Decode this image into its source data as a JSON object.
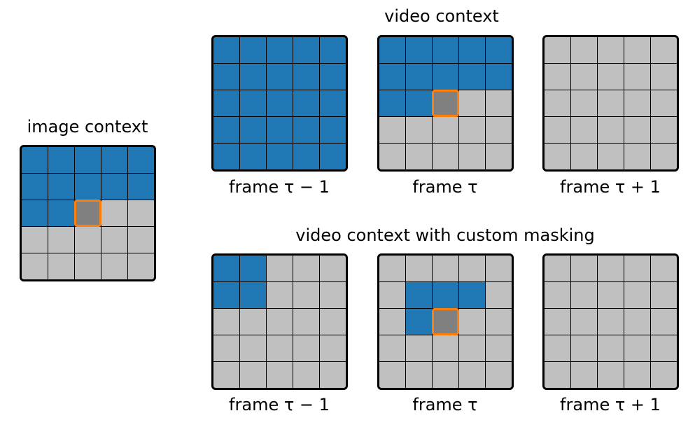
{
  "colors": {
    "context": "#1f77b4",
    "masked": "#c0c0c0",
    "current": "#808080",
    "current_border": "#ff7f0e"
  },
  "titles": {
    "image": "image context",
    "video": "video context",
    "custom": "video context with custom masking"
  },
  "grids": {
    "image": {
      "cells": [
        "bbbbb",
        "bbbbb",
        "bbcgg",
        "ggggg",
        "ggggg"
      ]
    },
    "video_prev": {
      "label": "frame τ − 1",
      "cells": [
        "bbbbb",
        "bbbbb",
        "bbbbb",
        "bbbbb",
        "bbbbb"
      ]
    },
    "video_cur": {
      "label": "frame τ",
      "cells": [
        "bbbbb",
        "bbbbb",
        "bbcgg",
        "ggggg",
        "ggggg"
      ]
    },
    "video_next": {
      "label": "frame τ + 1",
      "cells": [
        "ggggg",
        "ggggg",
        "ggggg",
        "ggggg",
        "ggggg"
      ]
    },
    "custom_prev": {
      "label": "frame τ − 1",
      "cells": [
        "bbggg",
        "bbggg",
        "ggggg",
        "ggggg",
        "ggggg"
      ]
    },
    "custom_cur": {
      "label": "frame τ",
      "cells": [
        "ggggg",
        "gbbbg",
        "gbcgg",
        "ggggg",
        "ggggg"
      ]
    },
    "custom_next": {
      "label": "frame τ + 1",
      "cells": [
        "ggggg",
        "ggggg",
        "ggggg",
        "ggggg",
        "ggggg"
      ]
    }
  }
}
